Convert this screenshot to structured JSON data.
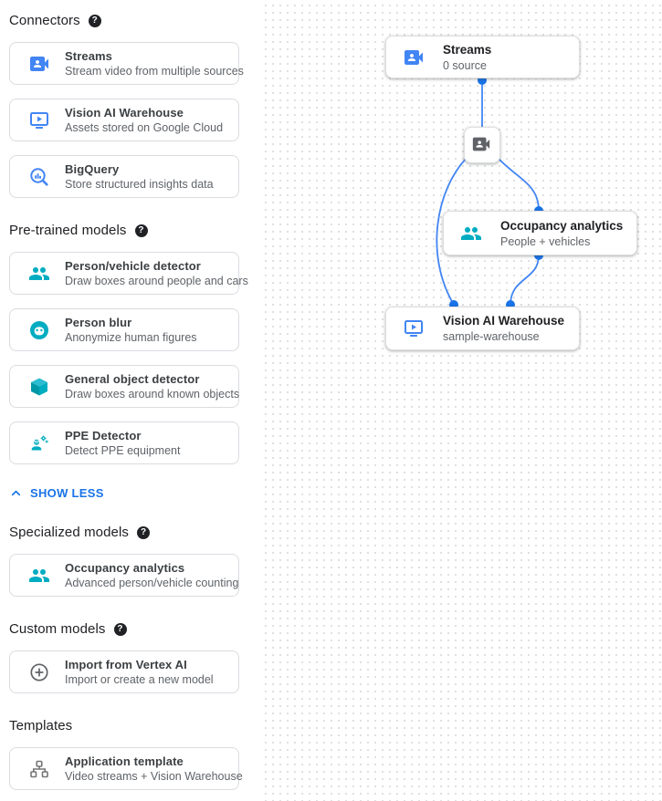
{
  "help_glyph": "?",
  "sidebar": {
    "sections": {
      "connectors": {
        "title": "Connectors",
        "items": [
          {
            "title": "Streams",
            "description": "Stream video from multiple sources",
            "icon": "video-camera-icon"
          },
          {
            "title": "Vision AI Warehouse",
            "description": "Assets stored on Google Cloud",
            "icon": "smart-display-icon"
          },
          {
            "title": "BigQuery",
            "description": "Store structured insights data",
            "icon": "bigquery-icon"
          }
        ]
      },
      "pretrained": {
        "title": "Pre-trained models",
        "items": [
          {
            "title": "Person/vehicle detector",
            "description": "Draw boxes around people and cars",
            "icon": "people-icon"
          },
          {
            "title": "Person blur",
            "description": "Anonymize human figures",
            "icon": "face-icon"
          },
          {
            "title": "General object detector",
            "description": "Draw boxes around known objects",
            "icon": "cube-icon"
          },
          {
            "title": "PPE Detector",
            "description": "Detect PPE equipment",
            "icon": "engineering-icon"
          }
        ]
      },
      "specialized": {
        "title": "Specialized models",
        "items": [
          {
            "title": "Occupancy analytics",
            "description": "Advanced person/vehicle counting",
            "icon": "people-icon"
          }
        ]
      },
      "custom": {
        "title": "Custom models",
        "items": [
          {
            "title": "Import from Vertex AI",
            "description": "Import or create a new model",
            "icon": "add-circle-icon"
          }
        ]
      },
      "templates": {
        "title": "Templates",
        "items": [
          {
            "title": "Application template",
            "description": "Video streams + Vision Warehouse",
            "icon": "sitemap-icon"
          }
        ]
      }
    },
    "show_less_label": "SHOW LESS"
  },
  "canvas": {
    "nodes": {
      "streams": {
        "title": "Streams",
        "subtitle": "0 source",
        "icon": "video-camera-icon"
      },
      "camera": {
        "icon": "video-camera-icon"
      },
      "occupancy": {
        "title": "Occupancy analytics",
        "subtitle": "People + vehicles",
        "icon": "people-icon"
      },
      "warehouse": {
        "title": "Vision AI Warehouse",
        "subtitle": "sample-warehouse",
        "icon": "smart-display-icon"
      }
    }
  },
  "colors": {
    "accent_blue": "#4285F4",
    "link_blue": "#1A73E8",
    "edge_blue": "#4285F4",
    "dot_blue": "#1A73E8",
    "teal": "#00ACC1",
    "icon_gray": "#5F6368"
  }
}
